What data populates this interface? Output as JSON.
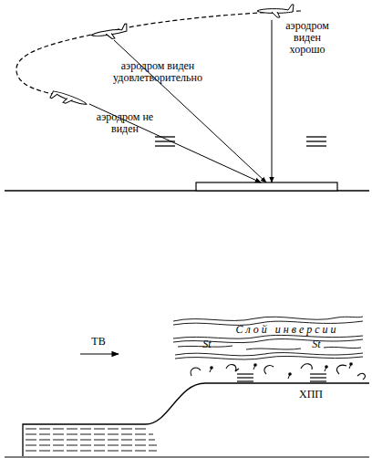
{
  "diagram": {
    "labels": [
      "аэродром виден удовлетворительно",
      "аэродром виден хорошо",
      "аэродром не виден",
      "ТВ",
      "St",
      "Слой инверсии",
      "St",
      "ХПП"
    ]
  }
}
